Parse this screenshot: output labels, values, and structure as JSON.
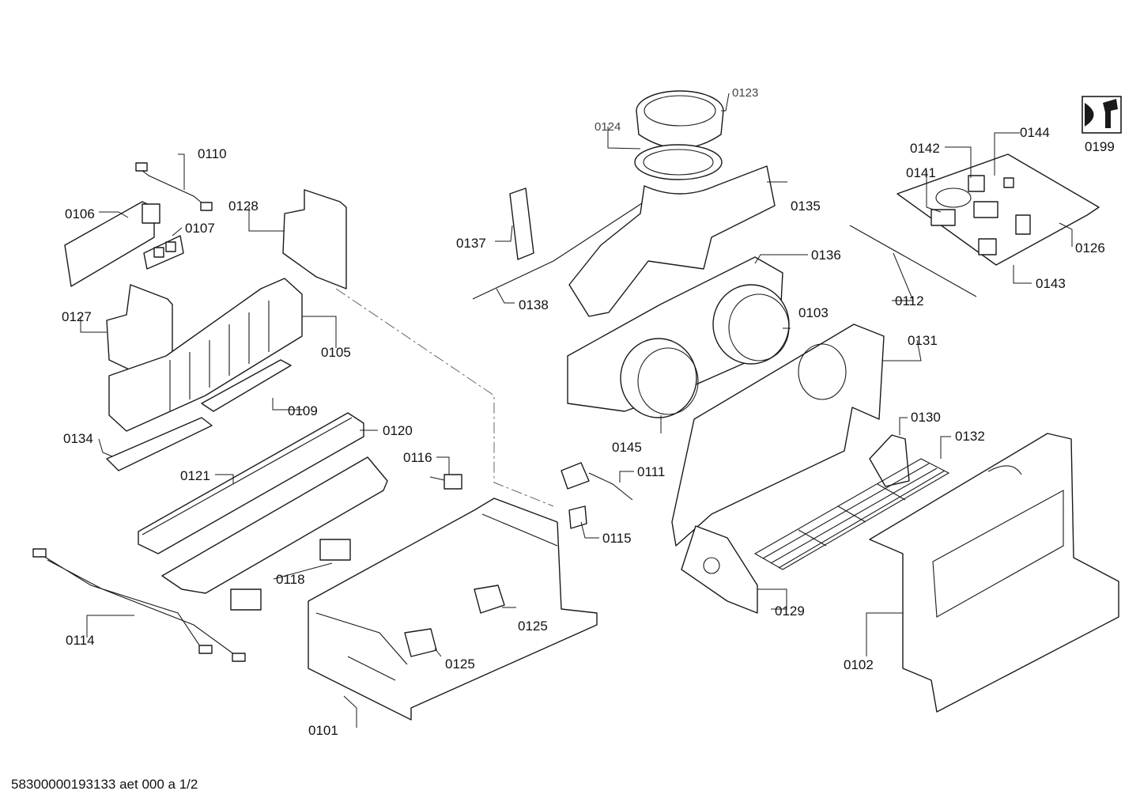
{
  "labels": {
    "p0101": "0101",
    "p0102": "0102",
    "p0103": "0103",
    "p0105": "0105",
    "p0106": "0106",
    "p0107": "0107",
    "p0109": "0109",
    "p0110": "0110",
    "p0111": "0111",
    "p0112": "0112",
    "p0114": "0114",
    "p0115": "0115",
    "p0116": "0116",
    "p0118": "0118",
    "p0120": "0120",
    "p0121": "0121",
    "p0123": "0123",
    "p0124": "0124",
    "p0125a": "0125",
    "p0125b": "0125",
    "p0126": "0126",
    "p0127": "0127",
    "p0128": "0128",
    "p0129": "0129",
    "p0130": "0130",
    "p0131": "0131",
    "p0132": "0132",
    "p0134": "0134",
    "p0135": "0135",
    "p0136": "0136",
    "p0137": "0137",
    "p0138": "0138",
    "p0141": "0141",
    "p0142": "0142",
    "p0143": "0143",
    "p0144": "0144",
    "p0145": "0145",
    "p0199": "0199"
  },
  "footer": {
    "document_id": "58300000193133 aet 000 a 1/2"
  },
  "icons": {
    "service_icon": "wrench-icon"
  }
}
